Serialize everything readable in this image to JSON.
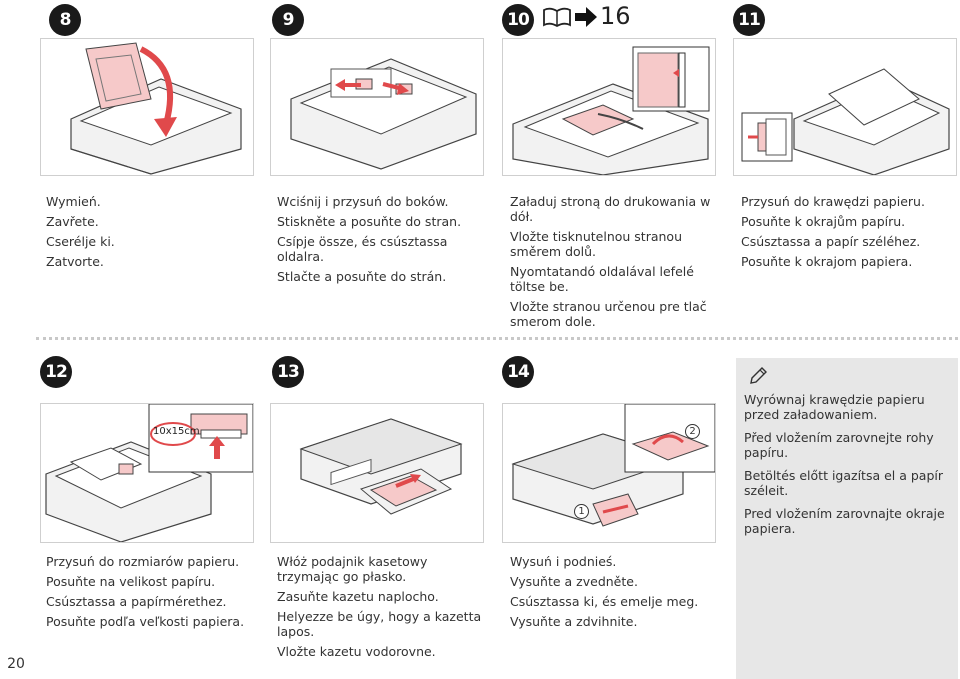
{
  "page": {
    "number": "20"
  },
  "steps": {
    "s8": {
      "badge": "8",
      "lines": [
        "Wymień.",
        "Zavřete.",
        "Cserélje ki.",
        "Zatvorte."
      ]
    },
    "s9": {
      "badge": "9",
      "lines": [
        "Wciśnij i przysuń do boków.",
        "Stiskněte a posuňte do stran.",
        "Csípje össze, és csúsztassa oldalra.",
        "Stlačte a posuňte do strán."
      ]
    },
    "s10": {
      "badge": "10",
      "ref_page": "16",
      "book_icon": "book-icon",
      "arrow_icon": "arrow-right-icon",
      "lines": [
        "Załaduj stroną do drukowania w dół.",
        "Vložte tisknutelnou stranou směrem dolů.",
        "Nyomtatandó oldalával lefelé töltse be.",
        "Vložte stranou určenou pre tlač smerom dole."
      ]
    },
    "s11": {
      "badge": "11",
      "lines": [
        "Przysuń do krawędzi papieru.",
        "Posuňte k okrajům papíru.",
        "Csúsztassa a papír széléhez.",
        "Posuňte k okrajom papiera."
      ]
    },
    "s12": {
      "badge": "12",
      "size_label": "10x15cm",
      "lines": [
        "Przysuń do rozmiarów papieru.",
        "Posuňte na velikost papíru.",
        "Csúsztassa a papírmérethez.",
        "Posuňte podľa veľkosti papiera."
      ]
    },
    "s13": {
      "badge": "13",
      "lines": [
        "Włóż podajnik kasetowy trzymając go płasko.",
        "Zasuňte kazetu naplocho.",
        "Helyezze be úgy, hogy a kazetta lapos.",
        "Vložte kazetu vodorovne."
      ]
    },
    "s14": {
      "badge": "14",
      "callout_1": "1",
      "callout_2": "2",
      "lines": [
        "Wysuń i podnieś.",
        "Vysuňte a zvedněte.",
        "Csúsztassa ki, és emelje meg.",
        "Vysuňte a zdvihnite."
      ]
    }
  },
  "note": {
    "icon": "pencil-icon",
    "lines": [
      "Wyrównaj krawędzie papieru przed załadowaniem.",
      "Před vložením zarovnejte rohy papíru.",
      "Betöltés előtt igazítsa el a papír széleit.",
      "Pred vložením zarovnajte okraje papiera."
    ]
  },
  "colors": {
    "accent": "#e0494b",
    "paper_pink": "#f6c9c9",
    "note_bg": "#e7e7e7",
    "badge": "#1a1a1a"
  }
}
